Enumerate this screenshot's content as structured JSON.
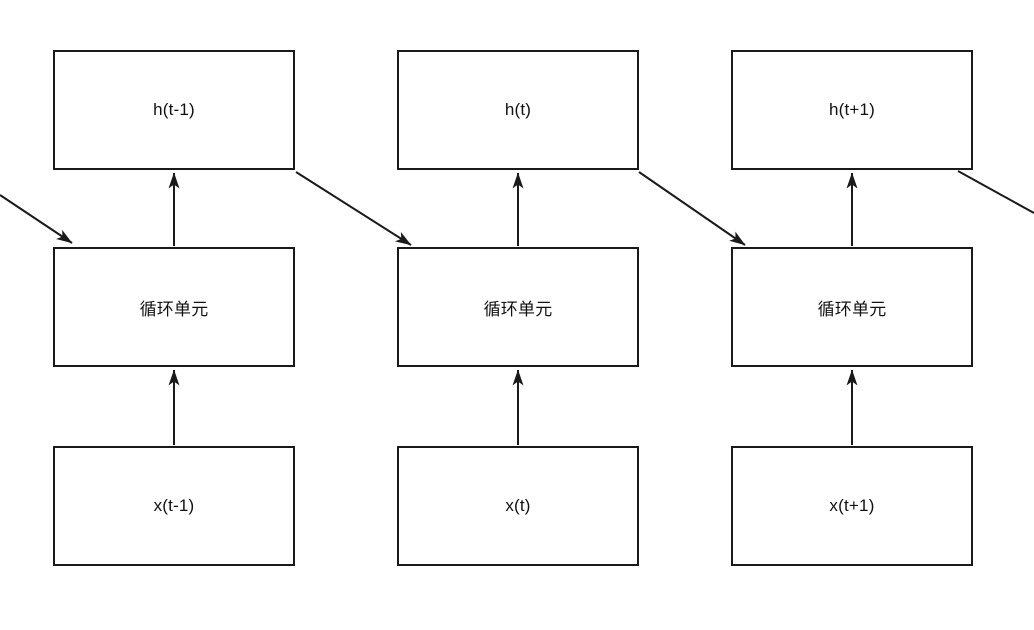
{
  "diagram": {
    "colors": {
      "background": "#ffffff",
      "stroke": "#1a1a1a",
      "text": "#111111",
      "node_fill": "#ffffff"
    },
    "columns": [
      {
        "hidden_label": "h(t-1)",
        "unit_label": "循环单元",
        "input_label": "x(t-1)"
      },
      {
        "hidden_label": "h(t)",
        "unit_label": "循环单元",
        "input_label": "x(t)"
      },
      {
        "hidden_label": "h(t+1)",
        "unit_label": "循环单元",
        "input_label": "x(t+1)"
      }
    ],
    "edges": [
      {
        "from": "offscreen-left",
        "to": "循环单元 (t-1)"
      },
      {
        "from": "x(t-1)",
        "to": "循环单元 (t-1)"
      },
      {
        "from": "循环单元 (t-1)",
        "to": "h(t-1)"
      },
      {
        "from": "h(t-1)",
        "to": "循环单元 (t)"
      },
      {
        "from": "x(t)",
        "to": "循环单元 (t)"
      },
      {
        "from": "循环单元 (t)",
        "to": "h(t)"
      },
      {
        "from": "h(t)",
        "to": "循环单元 (t+1)"
      },
      {
        "from": "x(t+1)",
        "to": "循环单元 (t+1)"
      },
      {
        "from": "循环单元 (t+1)",
        "to": "h(t+1)"
      },
      {
        "from": "h(t+1)",
        "to": "offscreen-right"
      }
    ]
  }
}
